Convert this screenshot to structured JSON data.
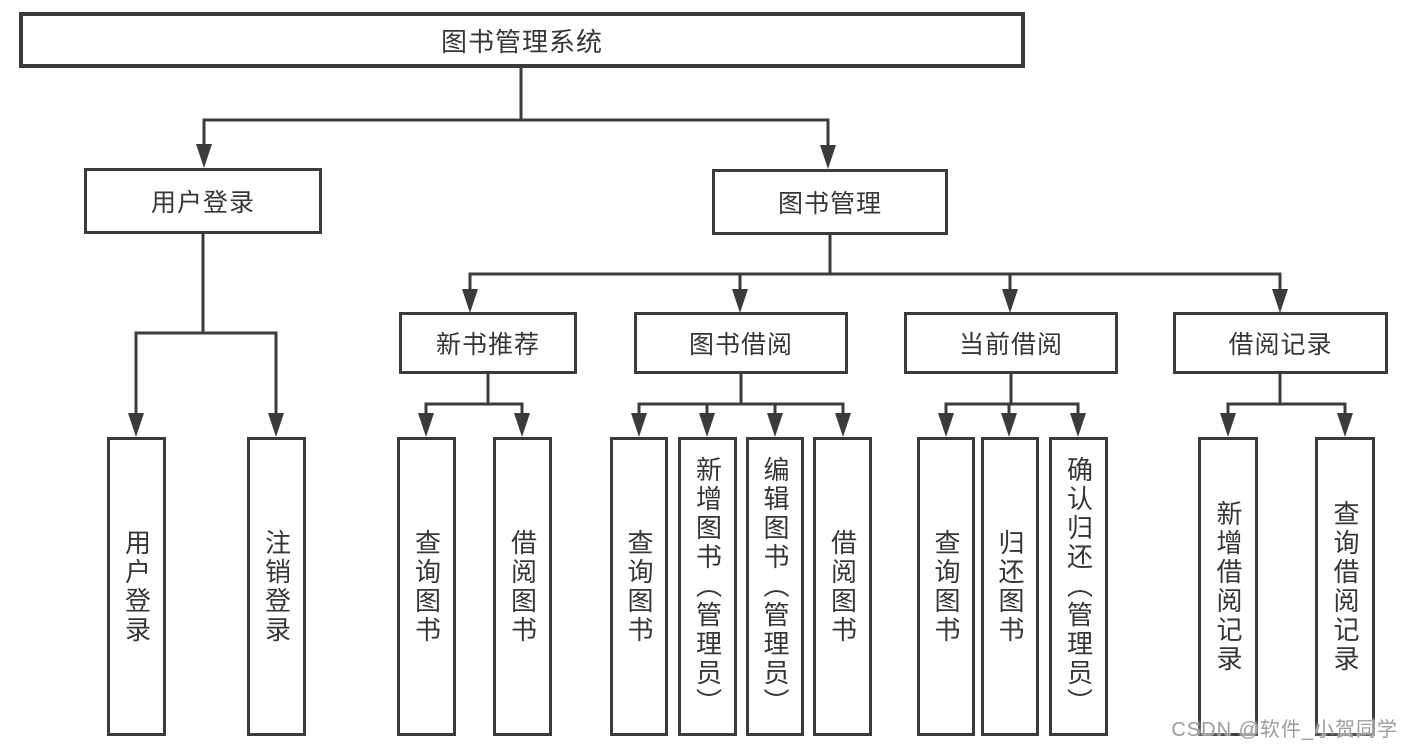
{
  "diagram_title": "图书管理系统",
  "tree": {
    "root": {
      "label": "图书管理系统"
    },
    "level1": [
      {
        "label": "用户登录",
        "parent": "图书管理系统"
      },
      {
        "label": "图书管理",
        "parent": "图书管理系统"
      }
    ],
    "level2": [
      {
        "label": "新书推荐",
        "parent": "图书管理"
      },
      {
        "label": "图书借阅",
        "parent": "图书管理"
      },
      {
        "label": "当前借阅",
        "parent": "图书管理"
      },
      {
        "label": "借阅记录",
        "parent": "图书管理"
      }
    ],
    "leaves": [
      {
        "label": "用户登录",
        "parent": "用户登录"
      },
      {
        "label": "注销登录",
        "parent": "用户登录"
      },
      {
        "label": "查询图书",
        "parent": "新书推荐"
      },
      {
        "label": "借阅图书",
        "parent": "新书推荐"
      },
      {
        "label": "查询图书",
        "parent": "图书借阅"
      },
      {
        "label": "新增图书（管理员）",
        "parent": "图书借阅"
      },
      {
        "label": "编辑图书（管理员）",
        "parent": "图书借阅"
      },
      {
        "label": "借阅图书",
        "parent": "图书借阅"
      },
      {
        "label": "查询图书",
        "parent": "当前借阅"
      },
      {
        "label": "归还图书",
        "parent": "当前借阅"
      },
      {
        "label": "确认归还（管理员）",
        "parent": "当前借阅"
      },
      {
        "label": "新增借阅记录",
        "parent": "借阅记录"
      },
      {
        "label": "查询借阅记录",
        "parent": "借阅记录"
      }
    ]
  },
  "watermark": {
    "text": "CSDN @软件_小贺同学"
  },
  "colors": {
    "line": "#3b3b3b",
    "box_border": "#3b3b3b",
    "text": "#363636",
    "background": "#ffffff",
    "watermark": "#9d9d9d"
  }
}
